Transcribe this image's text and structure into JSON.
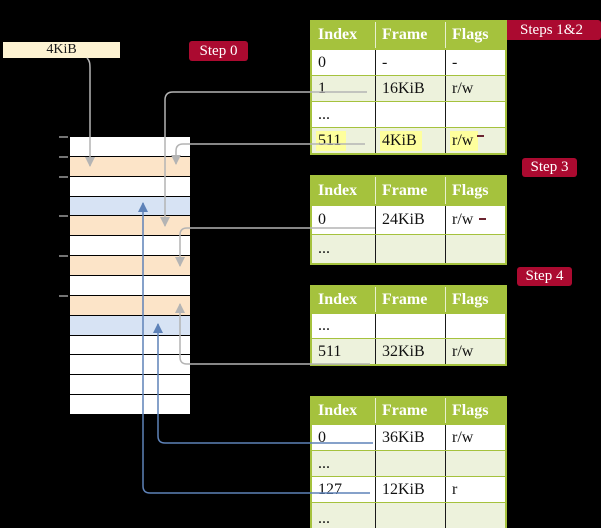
{
  "page_size_label": "4KiB",
  "step_labels": [
    "Step 0",
    "Steps 1&2",
    "Step 3",
    "Step 4"
  ],
  "memory_column": {
    "description": "physical memory frames, 4KiB each",
    "row_colors": [
      "white",
      "orange",
      "white",
      "blue",
      "orange",
      "white",
      "orange",
      "white",
      "orange",
      "blue",
      "white",
      "white",
      "white",
      "white"
    ]
  },
  "tables": [
    {
      "name": "page-table-at-4KiB",
      "headers": [
        "Index",
        "Frame",
        "Flags"
      ],
      "rows": [
        {
          "cells": [
            "0",
            "-",
            "-"
          ],
          "shaded": false,
          "highlight": false
        },
        {
          "cells": [
            "1",
            "16KiB",
            "r/w"
          ],
          "shaded": true,
          "highlight": false
        },
        {
          "cells": [
            "...",
            "",
            ""
          ],
          "shaded": false,
          "highlight": false
        },
        {
          "cells": [
            "511",
            "4KiB",
            "r/w"
          ],
          "shaded": true,
          "highlight": true
        }
      ]
    },
    {
      "name": "page-table-at-16KiB",
      "headers": [
        "Index",
        "Frame",
        "Flags"
      ],
      "rows": [
        {
          "cells": [
            "0",
            "24KiB",
            "r/w"
          ],
          "shaded": false,
          "highlight": false
        },
        {
          "cells": [
            "...",
            "",
            ""
          ],
          "shaded": true,
          "highlight": false
        }
      ]
    },
    {
      "name": "page-table-at-24KiB",
      "headers": [
        "Index",
        "Frame",
        "Flags"
      ],
      "rows": [
        {
          "cells": [
            "...",
            "",
            ""
          ],
          "shaded": false,
          "highlight": false
        },
        {
          "cells": [
            "511",
            "32KiB",
            "r/w"
          ],
          "shaded": true,
          "highlight": false
        }
      ]
    },
    {
      "name": "page-table-at-32KiB",
      "headers": [
        "Index",
        "Frame",
        "Flags"
      ],
      "rows": [
        {
          "cells": [
            "0",
            "36KiB",
            "r/w"
          ],
          "shaded": false,
          "highlight": false
        },
        {
          "cells": [
            "...",
            "",
            ""
          ],
          "shaded": true,
          "highlight": false
        },
        {
          "cells": [
            "127",
            "12KiB",
            "r"
          ],
          "shaded": false,
          "highlight": false
        },
        {
          "cells": [
            "...",
            "",
            ""
          ],
          "shaded": true,
          "highlight": false
        }
      ]
    }
  ],
  "colors": {
    "bg": "#000000",
    "green": "#a5c23d",
    "rowgreen": "#edf2dc",
    "orange": "#fce4c8",
    "blue": "#d7e3f4",
    "white": "#ffffff",
    "cream": "#fdf3d2",
    "crimson": "#ab0a30",
    "yellow": "#feff9d",
    "arrow_gray": "#b4b4b4",
    "arrow_blue": "#5e82b8",
    "tick_gray": "#9a9a9a",
    "stub_maroon": "#6b2430"
  }
}
